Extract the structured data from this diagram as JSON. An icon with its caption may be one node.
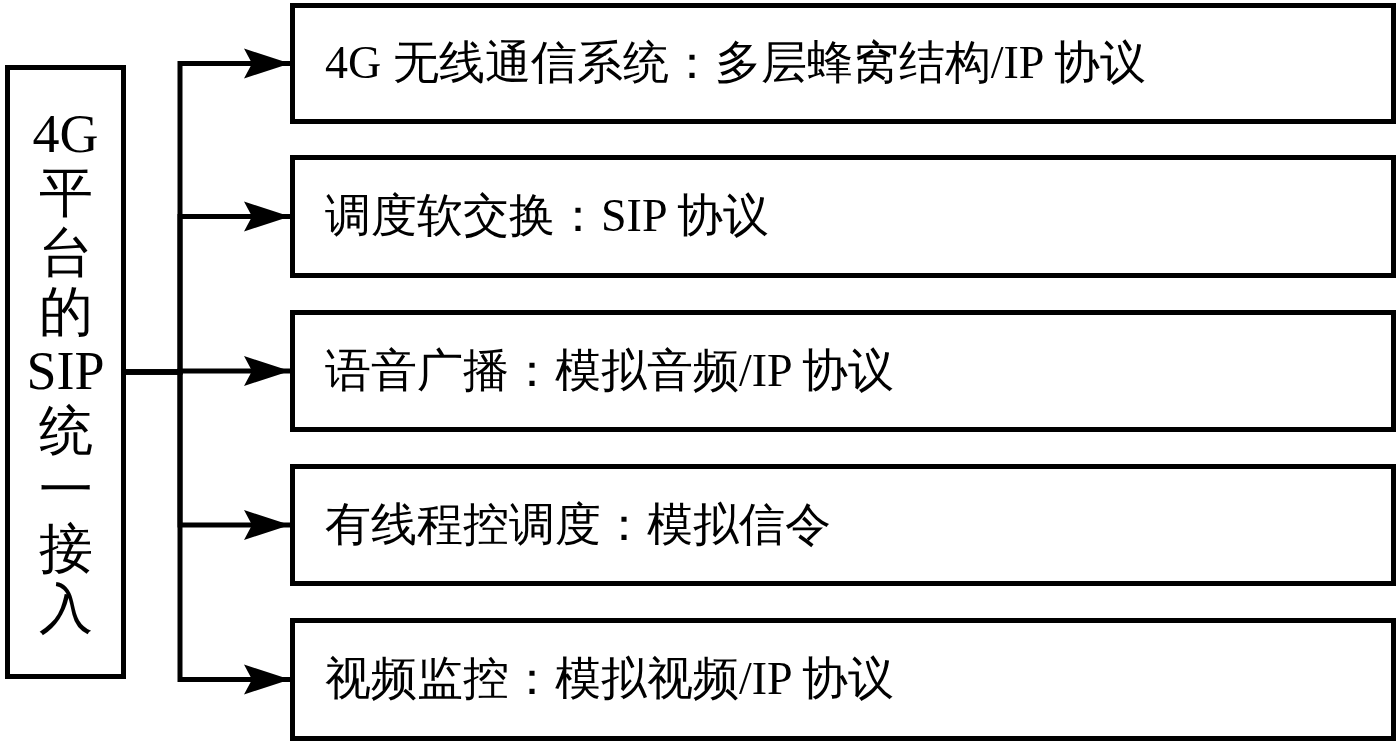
{
  "diagram": {
    "nodes": [
      {
        "text": [
          "4G平台的SIP统一接入"
        ]
      },
      {
        "text": [
          "4G 无线通信系统：多层蜂窝结构/IP 协议"
        ]
      },
      {
        "text": [
          "调度软交换：SIP 协议"
        ]
      },
      {
        "text": [
          "语音广播：模拟音频/IP 协议"
        ]
      },
      {
        "text": [
          "有线程控调度：模拟信令"
        ]
      },
      {
        "text": [
          "视频监控：模拟视频/IP 协议"
        ]
      }
    ],
    "edges": [
      {
        "from": 0,
        "to": 1,
        "arrow": "to"
      },
      {
        "from": 0,
        "to": 2,
        "arrow": "to"
      },
      {
        "from": 0,
        "to": 3,
        "arrow": "to"
      },
      {
        "from": 0,
        "to": 4,
        "arrow": "to"
      },
      {
        "from": 0,
        "to": 5,
        "arrow": "to"
      }
    ]
  }
}
